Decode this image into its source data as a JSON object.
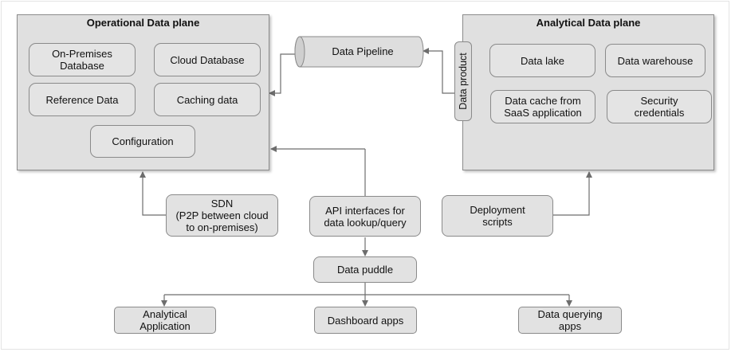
{
  "operational_plane": {
    "title": "Operational Data plane",
    "on_premises_db": "On-Premises\nDatabase",
    "cloud_db": "Cloud Database",
    "reference_data": "Reference Data",
    "caching_data": "Caching data",
    "configuration": "Configuration"
  },
  "analytical_plane": {
    "title": "Analytical Data plane",
    "data_lake": "Data lake",
    "data_warehouse": "Data warehouse",
    "data_cache": "Data cache from\nSaaS application",
    "security": "Security\ncredentials"
  },
  "data_product": "Data product",
  "data_pipeline": "Data Pipeline",
  "sdn": "SDN\n(P2P between cloud\nto on-premises)",
  "api": "API interfaces for\ndata lookup/query",
  "deployment": "Deployment\nscripts",
  "data_puddle": "Data puddle",
  "consumers": {
    "analytical_app": "Analytical\nApplication",
    "dashboard_apps": "Dashboard apps",
    "querying_apps": "Data querying\napps"
  },
  "colors": {
    "box_fill": "#e2e2e2",
    "plane_fill": "#e0e0e0",
    "border": "#8a8a8a",
    "connector": "#6d6d6d"
  }
}
